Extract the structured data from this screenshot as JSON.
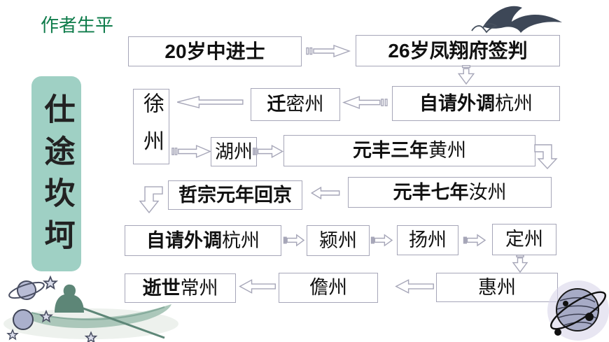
{
  "page_title": "作者生平",
  "banner": {
    "text": "仕途坎坷"
  },
  "colors": {
    "title_green": "#0f7c4b",
    "banner_bg": "#9fd0c4",
    "box_border": "#a6a6b8",
    "text": "#111111",
    "bird": "#3d4757"
  },
  "nodes": {
    "jinshi": {
      "b": "20岁中进士",
      "r": ""
    },
    "fengxiang": {
      "b": "26岁凤翔府签判",
      "r": ""
    },
    "xuzhou": {
      "b": "",
      "r": "徐州"
    },
    "qianmizhou": {
      "b": "迁",
      "r": "密州"
    },
    "hangzhou1": {
      "b": "自请外调",
      "r": "杭州"
    },
    "huzhou": {
      "b": "",
      "r": "湖州"
    },
    "huangzhou": {
      "b": "元丰三年",
      "r": "黄州"
    },
    "huijing": {
      "b": "哲宗元年回京",
      "r": ""
    },
    "ruzhou": {
      "b": "元丰七年",
      "r": "汝州"
    },
    "hangzhou2": {
      "b": "自请外调",
      "r": "杭州"
    },
    "yingzhou": {
      "b": "",
      "r": "颍州"
    },
    "yangzhou": {
      "b": "",
      "r": "扬州"
    },
    "dingzhou": {
      "b": "",
      "r": "定州"
    },
    "shishi": {
      "b": "逝世",
      "r": "常州"
    },
    "danzhou": {
      "b": "",
      "r": "儋州"
    },
    "huizhou": {
      "b": "",
      "r": "惠州"
    }
  },
  "decorations": {
    "top_right": "flying-bird",
    "bottom_left": "person-rowing-boat-with-saturn-and-stars",
    "bottom_right": "saturn-planet"
  }
}
